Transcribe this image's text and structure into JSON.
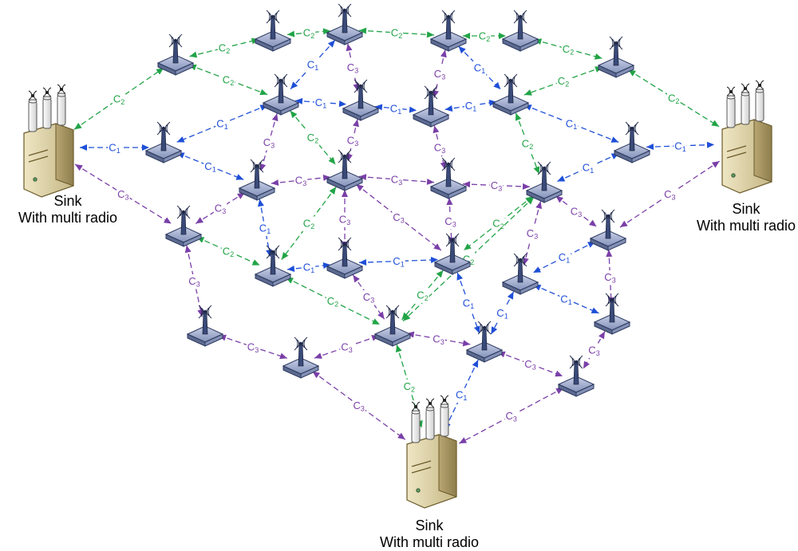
{
  "sinks": [
    {
      "id": "sink-left",
      "line1": "Sink",
      "line2": "With multi radio"
    },
    {
      "id": "sink-right",
      "line1": "Sink",
      "line2": "With multi radio"
    },
    {
      "id": "sink-bottom",
      "line1": "Sink",
      "line2": "With multi radio"
    }
  ],
  "channels": {
    "c1": {
      "label": "C1",
      "color": "#1f4fd8"
    },
    "c2": {
      "label": "C2",
      "color": "#22a447"
    },
    "c3": {
      "label": "C3",
      "color": "#7a3fa8"
    }
  },
  "colors": {
    "node_top": "#9aa6c6",
    "node_side": "#6e7a9c",
    "antenna": "#3a4a78",
    "sink_body": "#ddd2a8"
  }
}
